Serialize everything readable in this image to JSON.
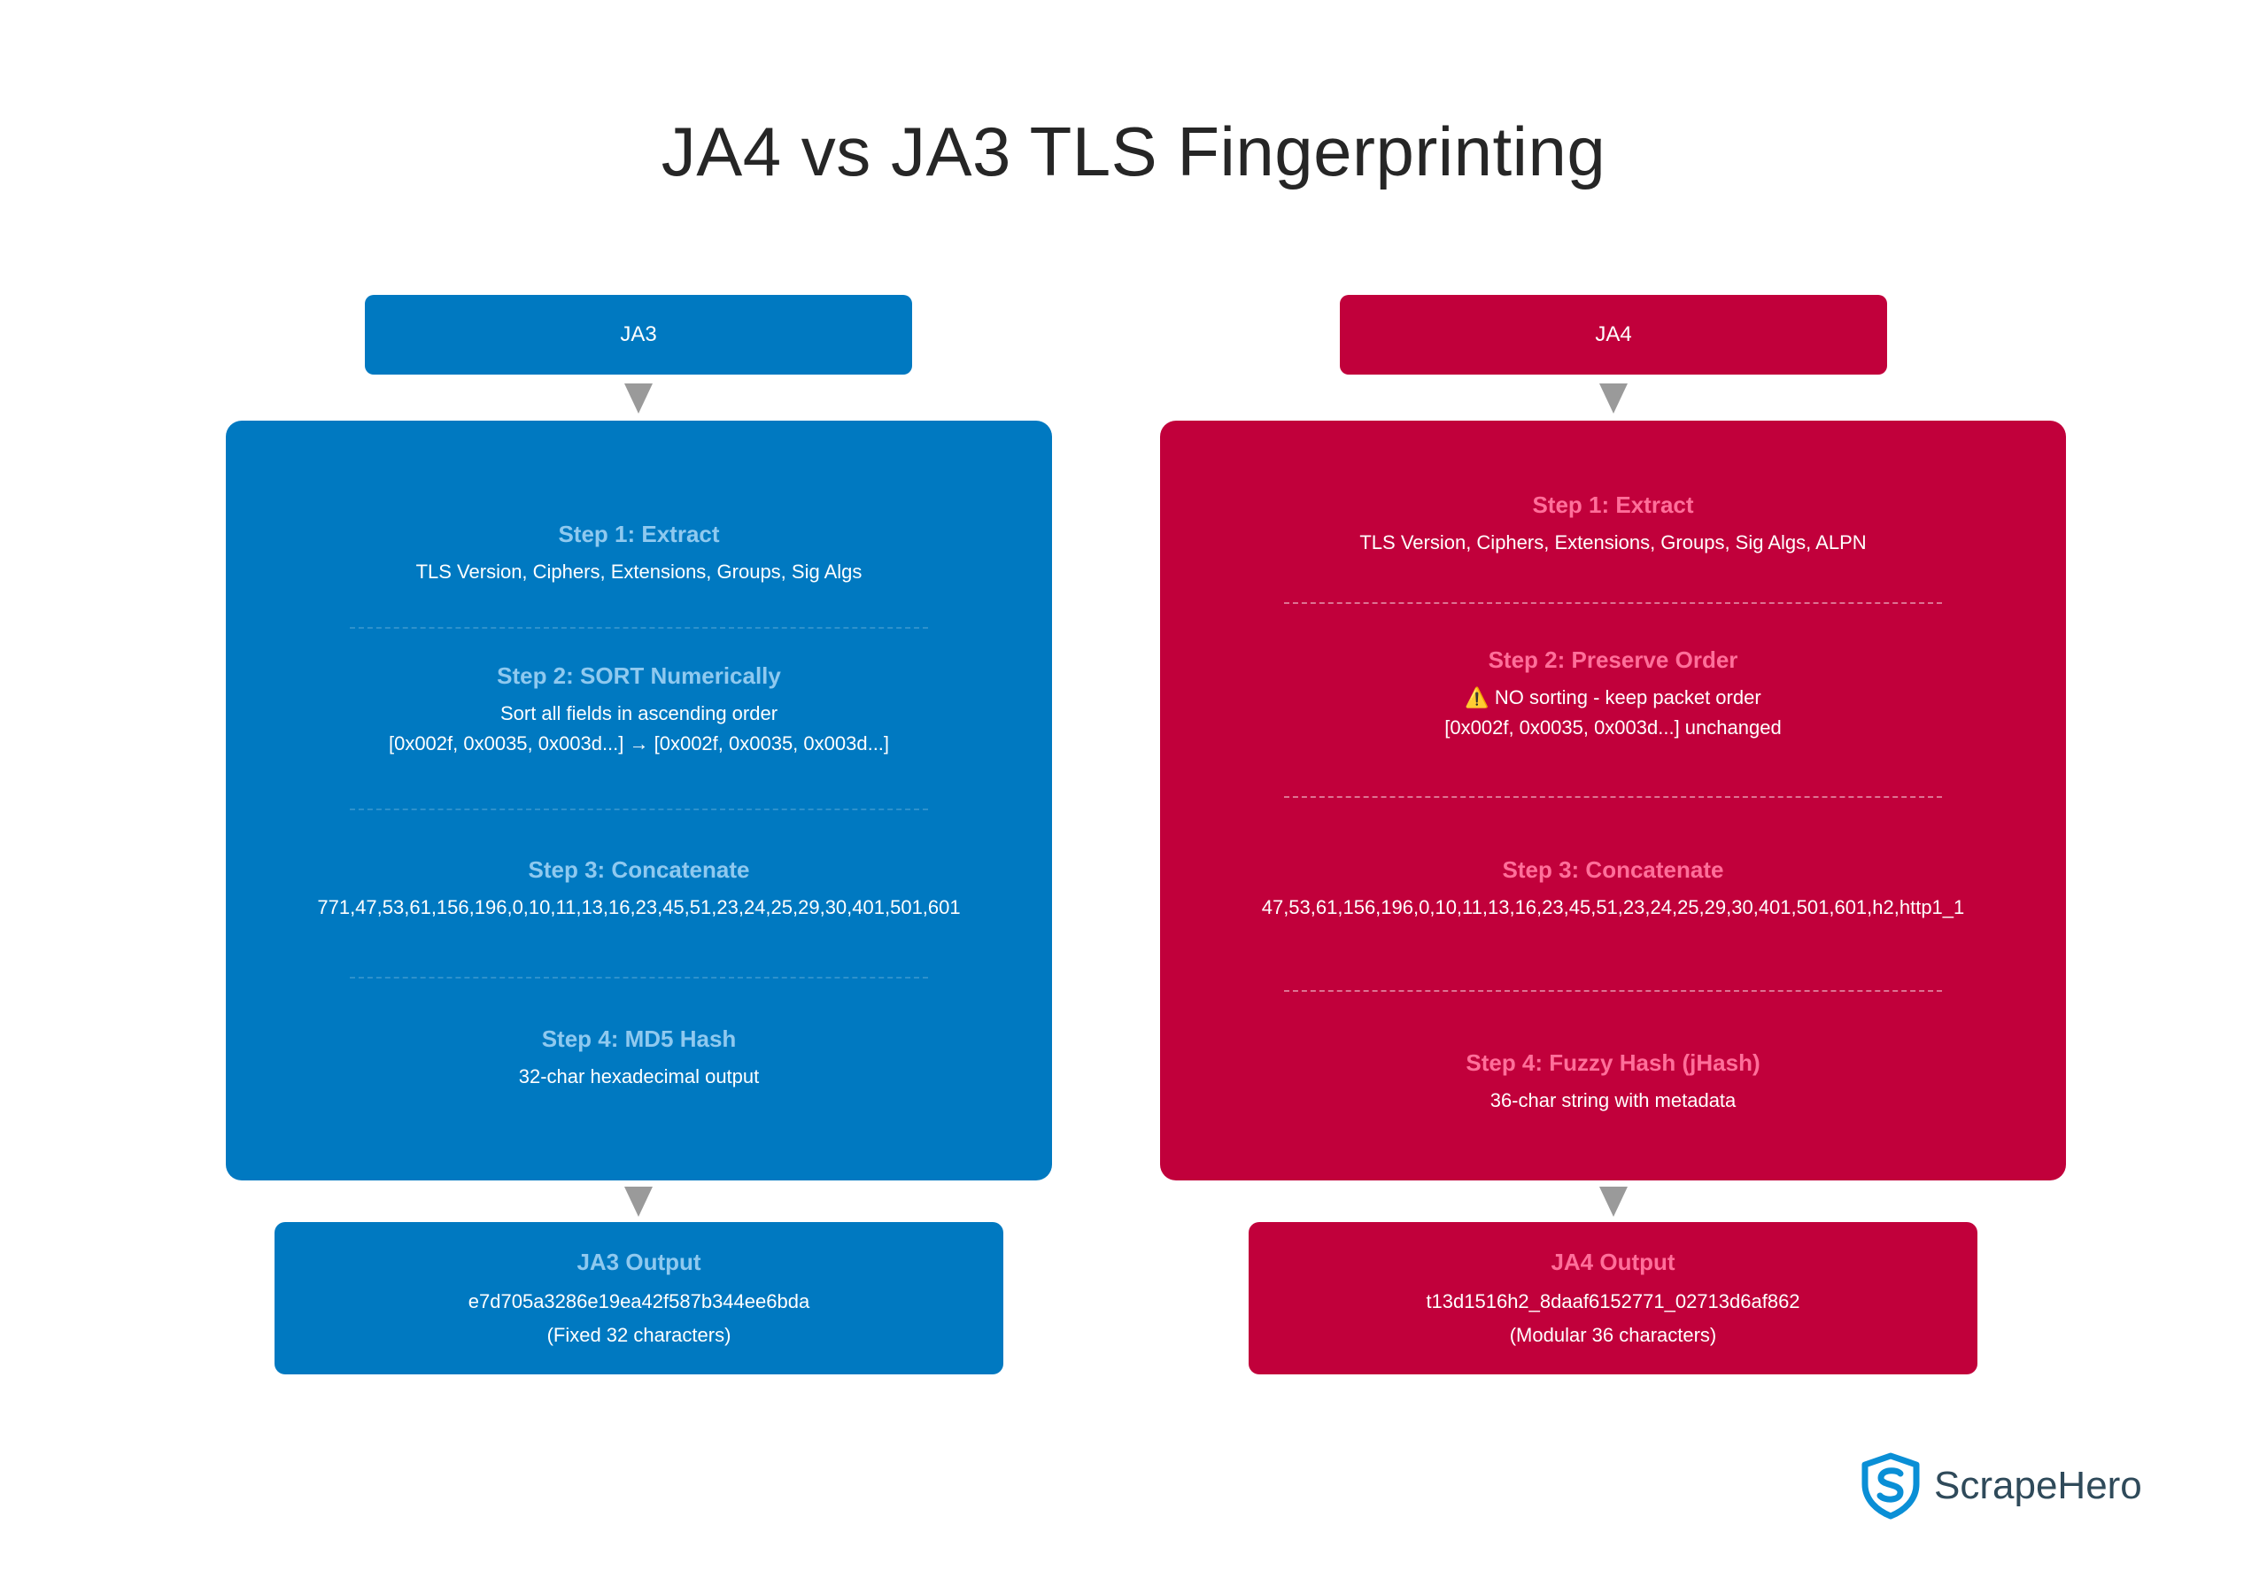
{
  "title": "JA4 vs JA3 TLS Fingerprinting",
  "ja3": {
    "header": "JA3",
    "steps": [
      {
        "title": "Step 1: Extract",
        "lines": [
          "TLS Version, Ciphers, Extensions, Groups, Sig Algs"
        ]
      },
      {
        "title": "Step 2: SORT Numerically",
        "lines": [
          "Sort all fields in ascending order",
          "[0x002f, 0x0035, 0x003d...] → [0x002f, 0x0035, 0x003d...]"
        ]
      },
      {
        "title": "Step 3: Concatenate",
        "lines": [
          "771,47,53,61,156,196,0,10,11,13,16,23,45,51,23,24,25,29,30,401,501,601"
        ]
      },
      {
        "title": "Step 4: MD5 Hash",
        "lines": [
          "32-char hexadecimal output"
        ]
      }
    ],
    "output": {
      "title": "JA3 Output",
      "hash": "e7d705a3286e19ea42f587b344ee6bda",
      "note": "(Fixed 32 characters)"
    }
  },
  "ja4": {
    "header": "JA4",
    "steps": [
      {
        "title": "Step 1: Extract",
        "lines": [
          "TLS Version, Ciphers, Extensions, Groups, Sig Algs, ALPN"
        ]
      },
      {
        "title": "Step 2: Preserve Order",
        "lines": [
          "⚠️ NO sorting - keep packet order",
          "[0x002f, 0x0035, 0x003d...] unchanged"
        ]
      },
      {
        "title": "Step 3: Concatenate",
        "lines": [
          "47,53,61,156,196,0,10,11,13,16,23,45,51,23,24,25,29,30,401,501,601,h2,http1_1"
        ]
      },
      {
        "title": "Step 4: Fuzzy Hash (jHash)",
        "lines": [
          "36-char string with metadata"
        ]
      }
    ],
    "output": {
      "title": "JA4 Output",
      "hash": "t13d1516h2_8daaf6152771_02713d6af862",
      "note": "(Modular 36 characters)"
    }
  },
  "brand": {
    "name": "ScrapeHero",
    "icon": "shield-s-logo-icon",
    "color": "#0a8fd6"
  },
  "colors": {
    "ja3": "#0079c1",
    "ja4": "#c1003b"
  }
}
